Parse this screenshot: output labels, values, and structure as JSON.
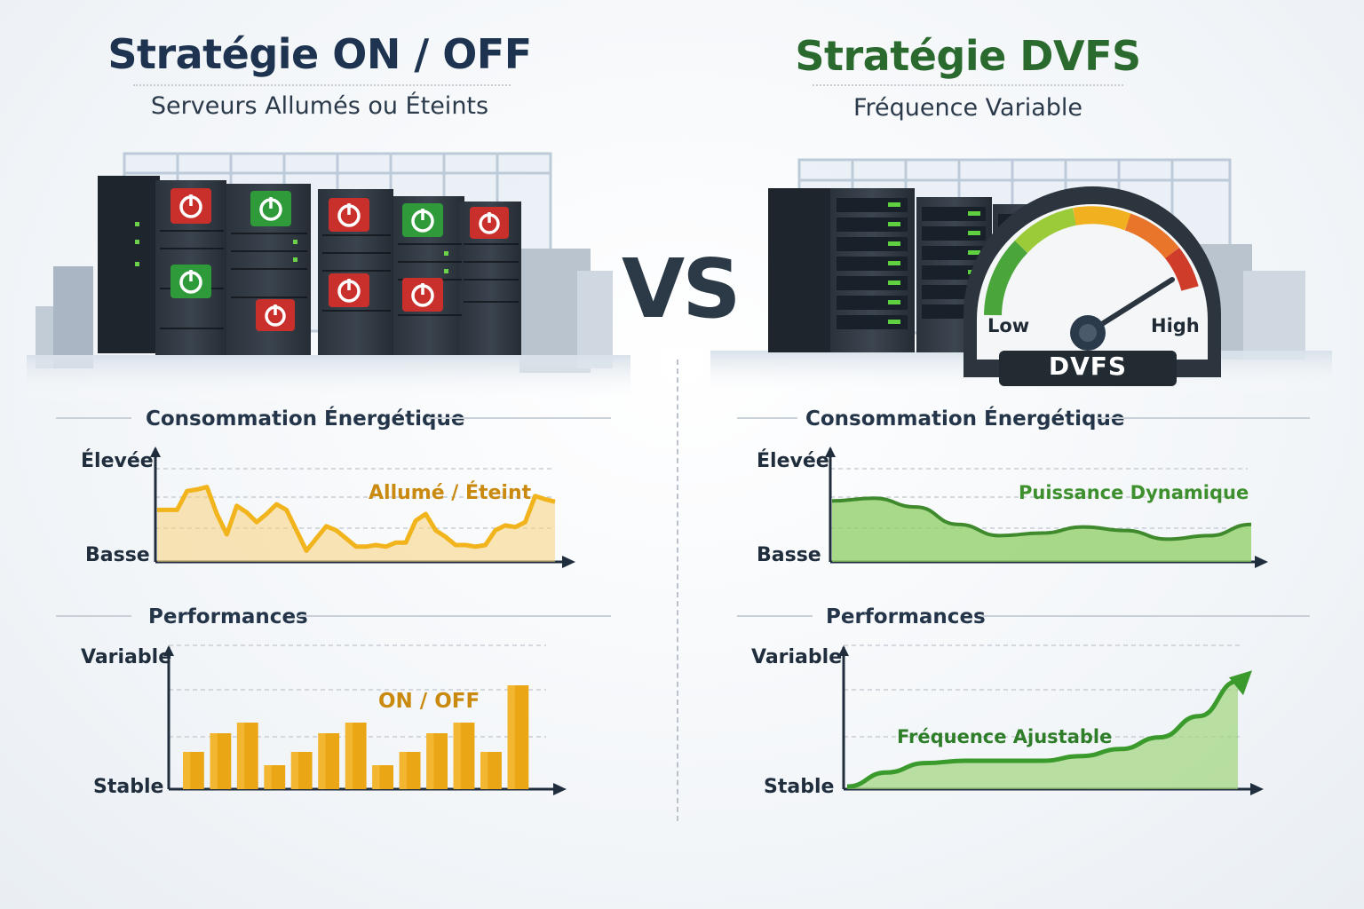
{
  "vs_label": "VS",
  "left": {
    "title": "Stratégie ON / OFF",
    "subtitle": "Serveurs Allumés ou Éteints",
    "title_color": "#1e3350",
    "energy": {
      "heading": "Consommation Énergétique",
      "y_high": "Élevée",
      "y_low": "Basse",
      "annotation": "Allumé / Éteint",
      "color": "#f2b41c"
    },
    "performance": {
      "heading": "Performances",
      "y_high": "Variable",
      "y_low": "Stable",
      "annotation": "ON / OFF",
      "color": "#eaa614"
    }
  },
  "right": {
    "title": "Stratégie DVFS",
    "subtitle": "Fréquence Variable",
    "title_color": "#2b6a2e",
    "gauge": {
      "low": "Low",
      "high": "High",
      "label": "DVFS"
    },
    "energy": {
      "heading": "Consommation Énergétique",
      "y_high": "Élevée",
      "y_low": "Basse",
      "annotation": "Puissance Dynamique",
      "color": "#5aa33a"
    },
    "performance": {
      "heading": "Performances",
      "y_high": "Variable",
      "y_low": "Stable",
      "annotation": "Fréquence Ajustable",
      "color": "#3f9a2f"
    }
  },
  "chart_data": [
    {
      "type": "line",
      "ylabel_top": "Élevée",
      "ylabel_bottom": "Basse",
      "annotation": "Allumé / Éteint",
      "x": [
        0,
        1,
        2,
        3,
        4,
        5,
        6,
        7,
        8,
        9,
        10,
        11,
        12,
        13,
        14,
        15,
        16,
        17,
        18,
        19,
        20,
        21,
        22,
        23,
        24,
        25,
        26,
        27,
        28,
        29,
        30,
        31,
        32,
        33,
        34,
        35,
        36,
        37,
        38,
        39,
        40
      ],
      "values": [
        0.55,
        0.55,
        0.55,
        0.78,
        0.8,
        0.83,
        0.5,
        0.25,
        0.6,
        0.52,
        0.4,
        0.5,
        0.62,
        0.55,
        0.3,
        0.05,
        0.2,
        0.35,
        0.3,
        0.2,
        0.1,
        0.1,
        0.12,
        0.1,
        0.15,
        0.15,
        0.42,
        0.5,
        0.3,
        0.22,
        0.12,
        0.12,
        0.1,
        0.12,
        0.3,
        0.36,
        0.34,
        0.4,
        0.72,
        0.68,
        0.65
      ],
      "ylim": [
        0,
        1
      ]
    },
    {
      "type": "bar",
      "ylabel_top": "Variable",
      "ylabel_bottom": "Stable",
      "annotation": "ON / OFF",
      "values": [
        0.28,
        0.42,
        0.5,
        0.18,
        0.28,
        0.42,
        0.5,
        0.18,
        0.28,
        0.42,
        0.5,
        0.28,
        0.78
      ],
      "ylim": [
        0,
        1
      ]
    },
    {
      "type": "area",
      "ylabel_top": "Élevée",
      "ylabel_bottom": "Basse",
      "annotation": "Puissance Dynamique",
      "x": [
        0,
        1,
        2,
        3,
        4,
        5,
        6,
        7,
        8,
        9,
        10
      ],
      "values": [
        0.62,
        0.65,
        0.55,
        0.35,
        0.22,
        0.25,
        0.32,
        0.28,
        0.18,
        0.22,
        0.35
      ],
      "ylim": [
        0,
        1
      ]
    },
    {
      "type": "area",
      "ylabel_top": "Variable",
      "ylabel_bottom": "Stable",
      "annotation": "Fréquence Ajustable",
      "x": [
        0,
        1,
        2,
        3,
        4,
        5,
        6,
        7,
        8,
        9,
        10
      ],
      "values": [
        0.0,
        0.12,
        0.2,
        0.22,
        0.22,
        0.22,
        0.26,
        0.32,
        0.42,
        0.6,
        0.9
      ],
      "ylim": [
        0,
        1
      ]
    }
  ]
}
